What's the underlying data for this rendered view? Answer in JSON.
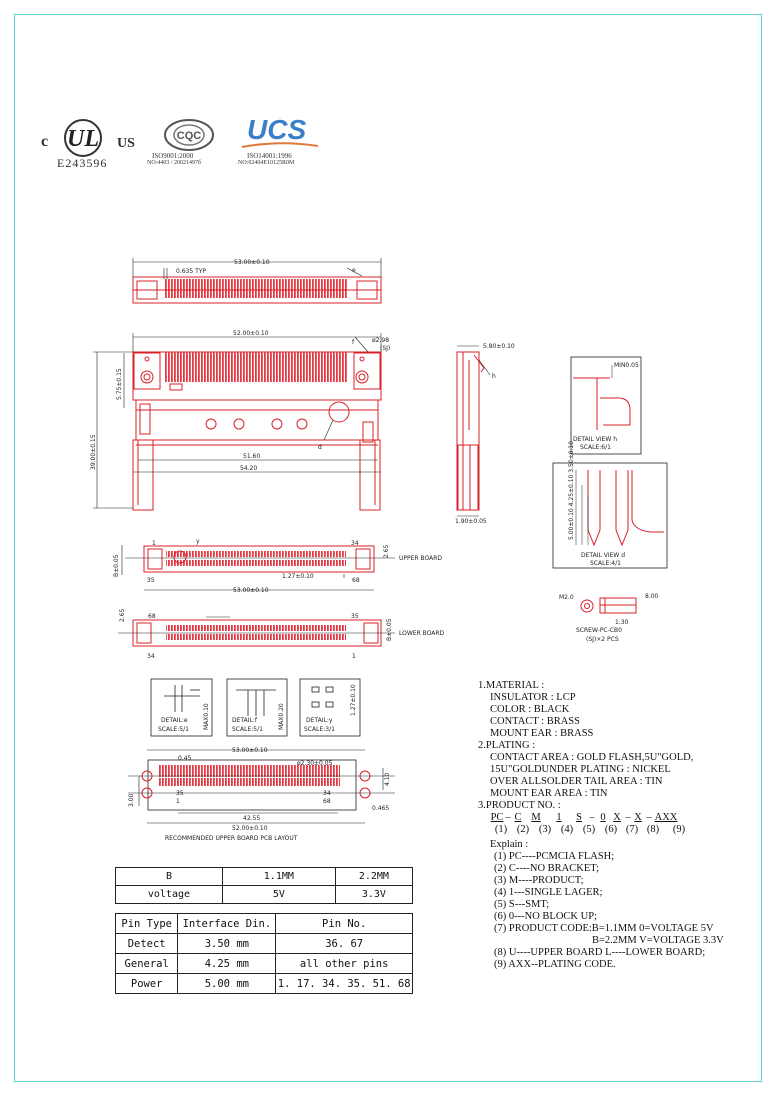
{
  "logos": {
    "ul_c": "c",
    "ul_us": "US",
    "ul_reg": "E243596",
    "cqc_line1": "ISO9001:2000",
    "cqc_line2": "NO:4403 / 20021497б",
    "ucs_mark": "UCS",
    "ucs_line1": "ISO14001:1996",
    "ucs_line2": "NO:02404E10125R0M"
  },
  "drawing_labels": {
    "top_width": "53.00±0.10",
    "pitch": "0.635 TYP",
    "callout_e": "e",
    "body_width": "52.00±0.10",
    "callout_f": "f",
    "hole": "ø2.98 ",
    "hole2": "(SJ)",
    "height_total": "39.00±0.15",
    "height_inner": "5.75±0.15",
    "w1": "51.60",
    "w2": "54.20",
    "callout_d": "d",
    "side_w": "5.80±0.10",
    "callout_h": "h",
    "side_b": "1.90±0.05",
    "detail_h_min": "MIN0.05",
    "detail_h_title": "DETAIL VIEW h",
    "detail_h_scale": "SCALE:6/1",
    "detail_d_dims": "5.00±0.10  4.25±0.10  3.50±0.10",
    "detail_d_title": "DETAIL VIEW d",
    "detail_d_scale": "SCALE:4/1",
    "ub_pin1": "1",
    "ub_y": "y",
    "ub_34": "34",
    "ub_35": "35",
    "ub_68": "68",
    "ub_pitch": "1.27±0.10",
    "ub_width": "53.00±0.10",
    "ub_265": "2.65",
    "ub_b": "B±0.05",
    "upper_board": "UPPER BOARD",
    "lb_68": "68",
    "lb_35": "35",
    "lb_34": "34",
    "lb_1": "1",
    "lb_265": "2.65",
    "lb_b": "B±0.05",
    "lower_board": "LOWER BOARD",
    "screw_m": "M2.0",
    "screw_800": "8.00",
    "screw_130": "1.30",
    "screw_name": "SCREW-PC-CB0",
    "screw_qty": "(SJ)×2 PCS",
    "det_e_title": "DETAIL:e",
    "det_e_scale": "SCALE:5/1",
    "det_e_dim": "MAX0.10",
    "det_f_title": "DETAIL:f",
    "det_f_scale": "SCALE:5/1",
    "det_f_dim": "MAX0.20",
    "det_y_title": "DETAIL:y",
    "det_y_scale": "SCALE:3/1",
    "det_y_dim": "1.27±0.10",
    "pcb_width": "53.00±0.10",
    "pcb_045": "0.45",
    "pcb_hole": "ø2.30±0.05",
    "pcb_35": "35",
    "pcb_1": "1",
    "pcb_34": "34",
    "pcb_68": "68",
    "pcb_300": "3.00",
    "pcb_410": "4.10",
    "pcb_0465": "0.465",
    "pcb_4255": "42.55",
    "pcb_5200": "52.00±0.10",
    "pcb_title": "RECOMMENDED UPPER BOARD PCB LAYOUT"
  },
  "table_b": {
    "header": [
      "B",
      "1.1MM",
      "2.2MM"
    ],
    "row": [
      "voltage",
      "5V",
      "3.3V"
    ]
  },
  "table_pin": {
    "header": [
      "Pin Type",
      "Interface Din.",
      "Pin No."
    ],
    "rows": [
      [
        "Detect",
        "3.50 mm",
        "36. 67"
      ],
      [
        "General",
        "4.25 mm",
        "all other pins"
      ],
      [
        "Power",
        "5.00 mm",
        "1. 17. 34. 35. 51. 68"
      ]
    ]
  },
  "spec": {
    "material_title": "1.MATERIAL :",
    "material": [
      "INSULATOR : LCP",
      "COLOR : BLACK",
      "CONTACT : BRASS",
      "MOUNT EAR : BRASS"
    ],
    "plating_title": "2.PLATING :",
    "plating": [
      "CONTACT AREA : GOLD FLASH,5U\"GOLD,",
      "15U\"GOLDUNDER PLATING : NICKEL",
      "OVER ALLSOLDER TAIL AREA : TIN",
      "MOUNT EAR AREA : TIN"
    ],
    "product_title": "3.PRODUCT NO. :",
    "pn_codes": [
      "PC",
      "–",
      "C",
      "M",
      "1",
      "S",
      "–",
      "0",
      "X",
      "–",
      "X",
      "–",
      "AXX"
    ],
    "pn_idx": [
      "(1)",
      "(2)",
      "(3)",
      "(4)",
      "(5)",
      "(6)",
      "(7)",
      "(8)",
      "(9)"
    ],
    "explain_title": "Explain :",
    "explain": [
      "(1) PC----PCMCIA  FLASH;",
      "(2) C----NO BRACKET;",
      "(3) M----PRODUCT;",
      "(4) 1---SINGLE LAGER;",
      "(5) S---SMT;",
      "(6) 0---NO BLOCK UP;",
      "(7) PRODUCT CODE:B=1.1MM  0=VOLTAGE 5V"
    ],
    "explain_cont": "B=2.2MM  V=VOLTAGE 3.3V",
    "explain_tail": [
      "(8) U----UPPER BOARD  L----LOWER BOARD;",
      "(9) AXX--PLATING CODE."
    ]
  },
  "colors": {
    "drawing_red": "#d8202a",
    "pin_fill": "#e43a44",
    "line": "#222222",
    "frame": "#5fd0d8",
    "ucs_blue": "#3b7fc8"
  }
}
